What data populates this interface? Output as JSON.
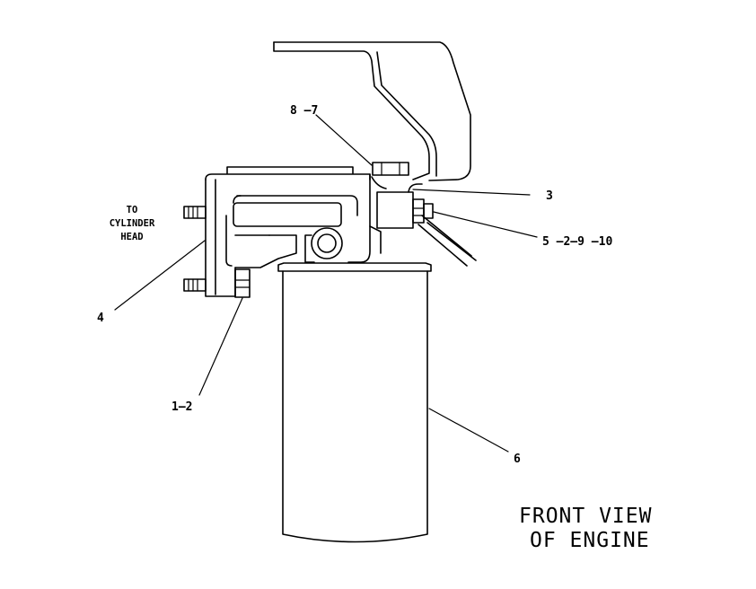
{
  "diagram": {
    "callouts": {
      "c_8_7": "8 –7",
      "c_3": "3",
      "c_5": "5 –2–9 –10",
      "c_4": "4",
      "c_1_2": "1–2",
      "c_6": "6"
    },
    "note": {
      "line1": "TO",
      "line2": "CYLINDER",
      "line3": "HEAD"
    },
    "view_title": {
      "line1": "FRONT  VIEW",
      "line2": "OF  ENGINE"
    }
  }
}
